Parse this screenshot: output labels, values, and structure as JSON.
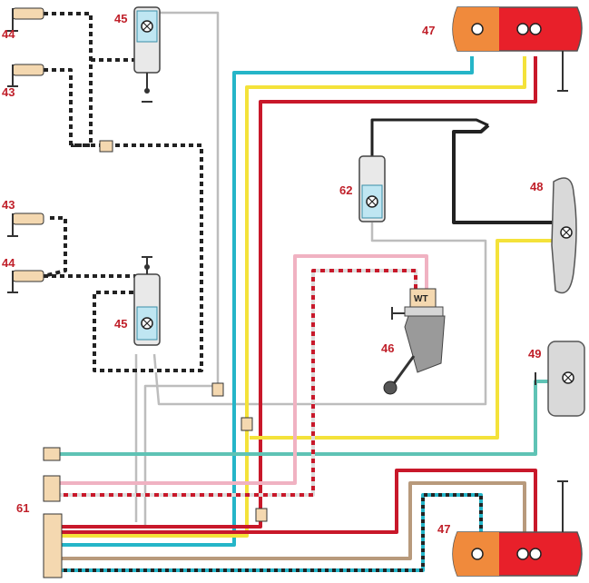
{
  "diagram": {
    "components": [
      {
        "id": "lbl-44a",
        "text": "44"
      },
      {
        "id": "lbl-43a",
        "text": "43"
      },
      {
        "id": "lbl-45a",
        "text": "45"
      },
      {
        "id": "lbl-47a",
        "text": "47"
      },
      {
        "id": "lbl-62",
        "text": "62"
      },
      {
        "id": "lbl-48",
        "text": "48"
      },
      {
        "id": "lbl-43b",
        "text": "43"
      },
      {
        "id": "lbl-44b",
        "text": "44"
      },
      {
        "id": "lbl-45b",
        "text": "45"
      },
      {
        "id": "lbl-46",
        "text": "46"
      },
      {
        "id": "lbl-49",
        "text": "49"
      },
      {
        "id": "lbl-61",
        "text": "61"
      },
      {
        "id": "lbl-47b",
        "text": "47"
      }
    ],
    "sender_marking": "WT",
    "colors": {
      "label": "#c0202a",
      "wire_cyan": "#25b5c8",
      "wire_yellow": "#f4e23a",
      "wire_red": "#c8182a",
      "wire_teal": "#5fc3b5",
      "wire_pink": "#f0b2c2",
      "wire_brown": "#b89a7c",
      "wire_black": "#222222",
      "wire_gray": "#bdbdbd",
      "lamp_red": "#e8202a",
      "lamp_orange": "#f08a3c",
      "lamp_blue": "#bfe6f2"
    }
  }
}
